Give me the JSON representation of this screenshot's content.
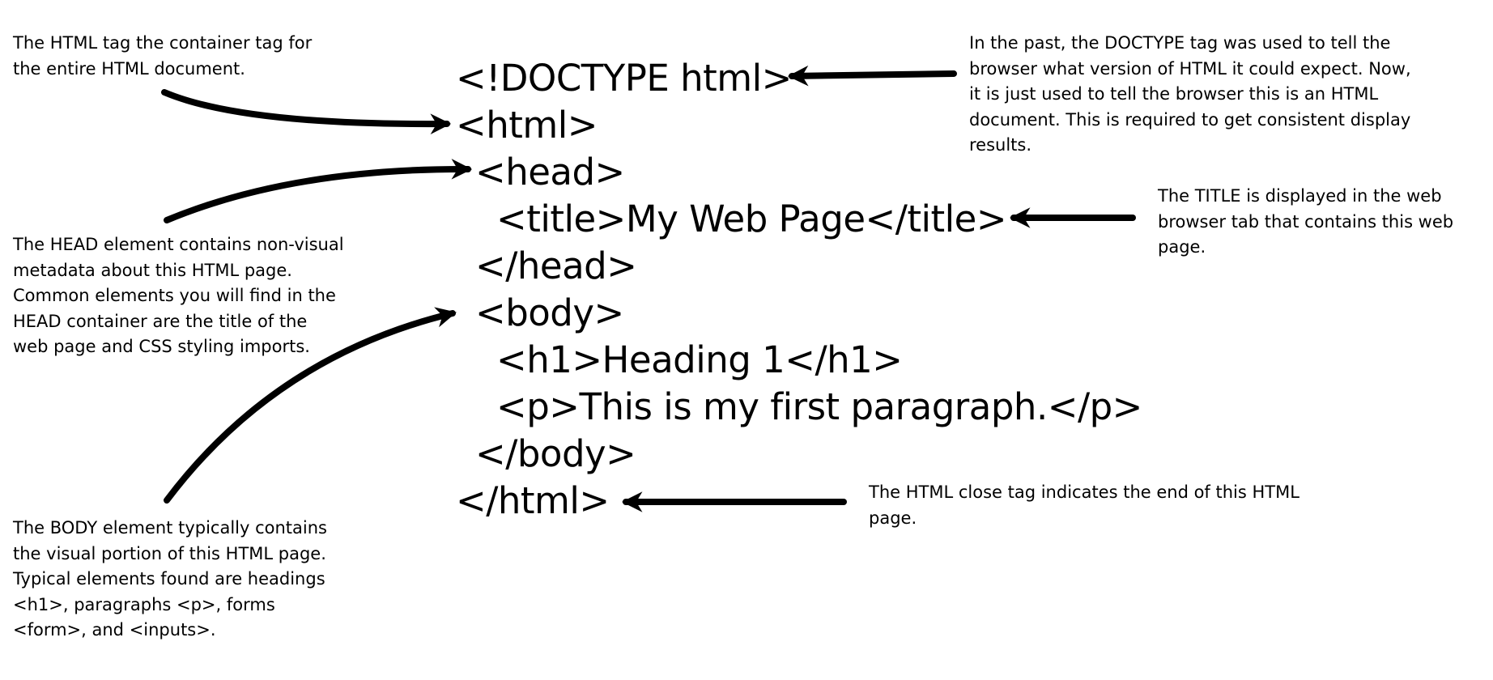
{
  "code_lines": [
    "<!DOCTYPE html>",
    "<html>",
    "<head>",
    "<title>My Web Page</title>",
    "</head>",
    "<body>",
    "<h1>Heading 1</h1>",
    "<p>This is my first paragraph.</p>",
    "</body>",
    "</html>"
  ],
  "annotations": {
    "html_tag": "The HTML tag the container tag for the entire HTML document.",
    "doctype": "In the past, the DOCTYPE tag was used to tell the browser what version of HTML it could expect. Now, it is just used to tell the browser this is an HTML document. This is required to get consistent display results.",
    "head": "The HEAD element contains non-visual metadata about this HTML page. Common elements you will find in the HEAD container are the title of the web page and CSS styling imports.",
    "title": "The TITLE is displayed in the web browser tab that contains this web page.",
    "body": "The BODY element typically contains the visual portion of this HTML page. Typical elements found are headings <h1>, paragraphs <p>, forms <form>, and <inputs>.",
    "html_close": "The HTML close tag indicates the end of this HTML page."
  },
  "colors": {
    "ink": "#000000",
    "background": "#ffffff"
  }
}
